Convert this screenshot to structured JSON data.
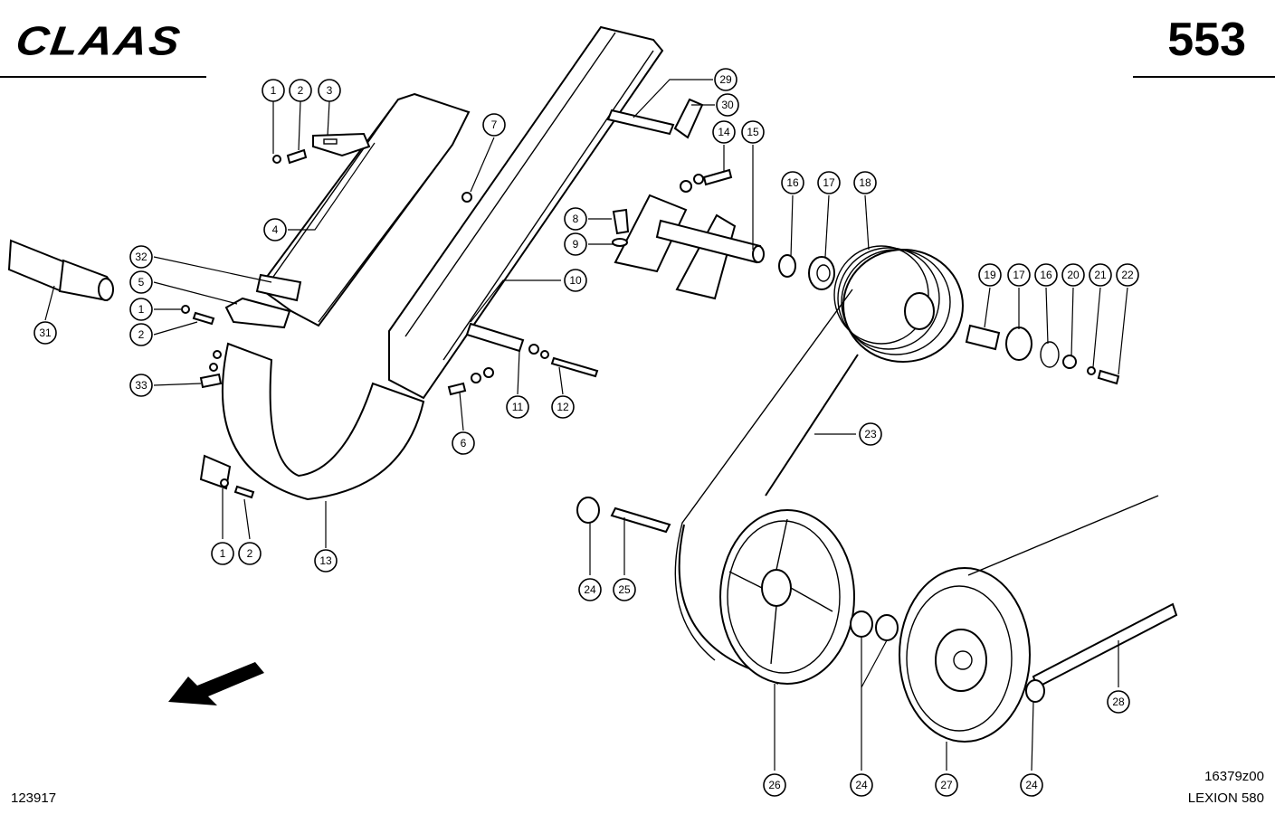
{
  "header": {
    "brand": "CLAAS",
    "page_number": "553"
  },
  "footer": {
    "doc_number": "123917",
    "drawing_code": "16379z00",
    "model": "LEXION 580"
  },
  "callouts": [
    {
      "id": "c1a",
      "label": "1"
    },
    {
      "id": "c2a",
      "label": "2"
    },
    {
      "id": "c3",
      "label": "3"
    },
    {
      "id": "c4",
      "label": "4"
    },
    {
      "id": "c32",
      "label": "32"
    },
    {
      "id": "c5",
      "label": "5"
    },
    {
      "id": "c1b",
      "label": "1"
    },
    {
      "id": "c2b",
      "label": "2"
    },
    {
      "id": "c33",
      "label": "33"
    },
    {
      "id": "c31",
      "label": "31"
    },
    {
      "id": "c1c",
      "label": "1"
    },
    {
      "id": "c2c",
      "label": "2"
    },
    {
      "id": "c13",
      "label": "13"
    },
    {
      "id": "c7",
      "label": "7"
    },
    {
      "id": "c8",
      "label": "8"
    },
    {
      "id": "c9",
      "label": "9"
    },
    {
      "id": "c10",
      "label": "10"
    },
    {
      "id": "c6",
      "label": "6"
    },
    {
      "id": "c11",
      "label": "11"
    },
    {
      "id": "c12",
      "label": "12"
    },
    {
      "id": "c29",
      "label": "29"
    },
    {
      "id": "c30",
      "label": "30"
    },
    {
      "id": "c14",
      "label": "14"
    },
    {
      "id": "c15",
      "label": "15"
    },
    {
      "id": "c16a",
      "label": "16"
    },
    {
      "id": "c17a",
      "label": "17"
    },
    {
      "id": "c18",
      "label": "18"
    },
    {
      "id": "c19",
      "label": "19"
    },
    {
      "id": "c17b",
      "label": "17"
    },
    {
      "id": "c16b",
      "label": "16"
    },
    {
      "id": "c20",
      "label": "20"
    },
    {
      "id": "c21",
      "label": "21"
    },
    {
      "id": "c22",
      "label": "22"
    },
    {
      "id": "c23",
      "label": "23"
    },
    {
      "id": "c24a",
      "label": "24"
    },
    {
      "id": "c25",
      "label": "25"
    },
    {
      "id": "c26",
      "label": "26"
    },
    {
      "id": "c24b",
      "label": "24"
    },
    {
      "id": "c27",
      "label": "27"
    },
    {
      "id": "c24c",
      "label": "24"
    },
    {
      "id": "c28",
      "label": "28"
    }
  ]
}
